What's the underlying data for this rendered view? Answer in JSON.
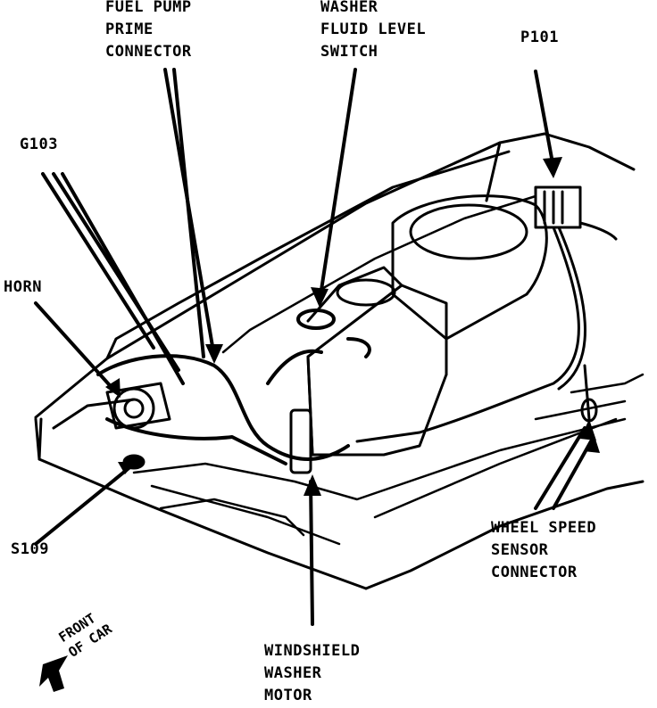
{
  "labels": {
    "fuel_pump": [
      "FUEL PUMP",
      "PRIME",
      "CONNECTOR"
    ],
    "washer_switch": [
      "WASHER",
      "FLUID LEVEL",
      "SWITCH"
    ],
    "p101": "P101",
    "g103": "G103",
    "horn": "HORN",
    "s109": "S109",
    "wheel_speed": [
      "WHEEL SPEED",
      "SENSOR",
      "CONNECTOR"
    ],
    "washer_motor": [
      "WINDSHIELD",
      "WASHER",
      "MOTOR"
    ],
    "front": [
      "FRONT",
      "OF CAR"
    ]
  },
  "colors": {
    "ink": "#000000",
    "paper": "#ffffff"
  }
}
